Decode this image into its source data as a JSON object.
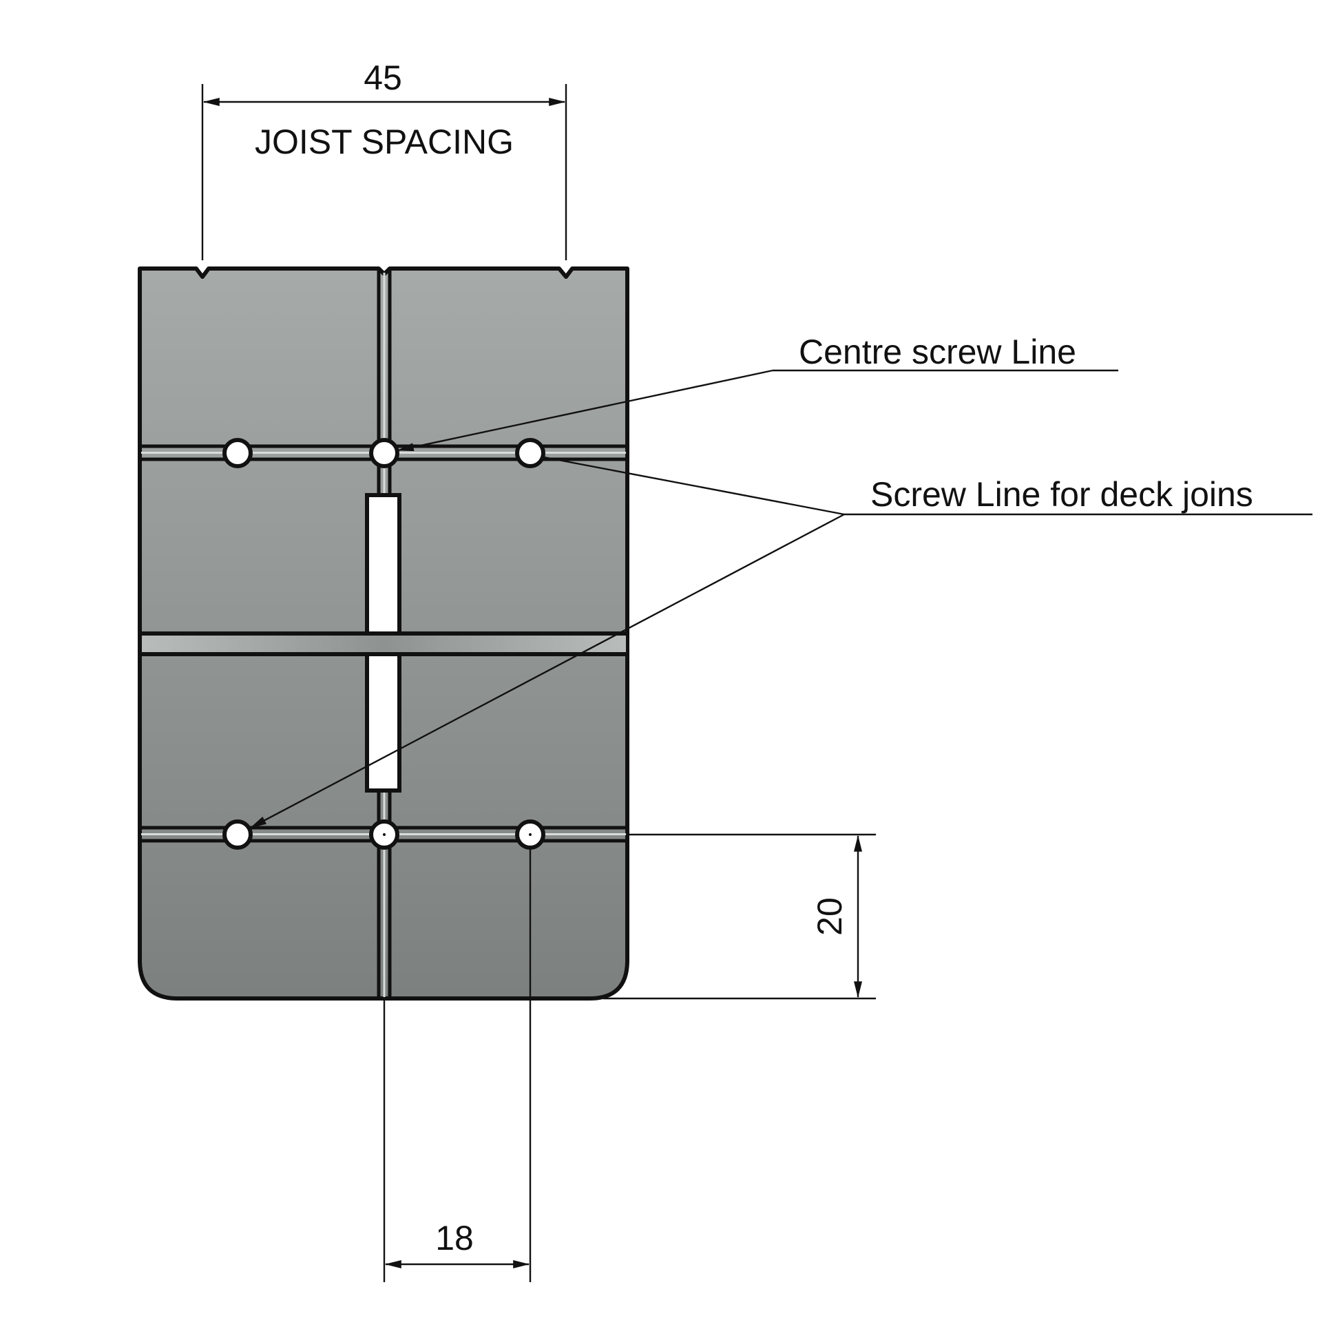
{
  "dimensions": {
    "joist_spacing": {
      "value": "45",
      "label": "JOIST SPACING"
    },
    "screw_line_offset": {
      "value": "20"
    },
    "hole_spacing": {
      "value": "18"
    }
  },
  "callouts": {
    "centre_screw_line": "Centre screw Line",
    "deck_join_screw_line": "Screw Line for deck joins"
  },
  "colors": {
    "plate_top": "#a6aaa8",
    "plate_bottom": "#7c807e",
    "line": "#111111",
    "hole": "#ffffff"
  }
}
